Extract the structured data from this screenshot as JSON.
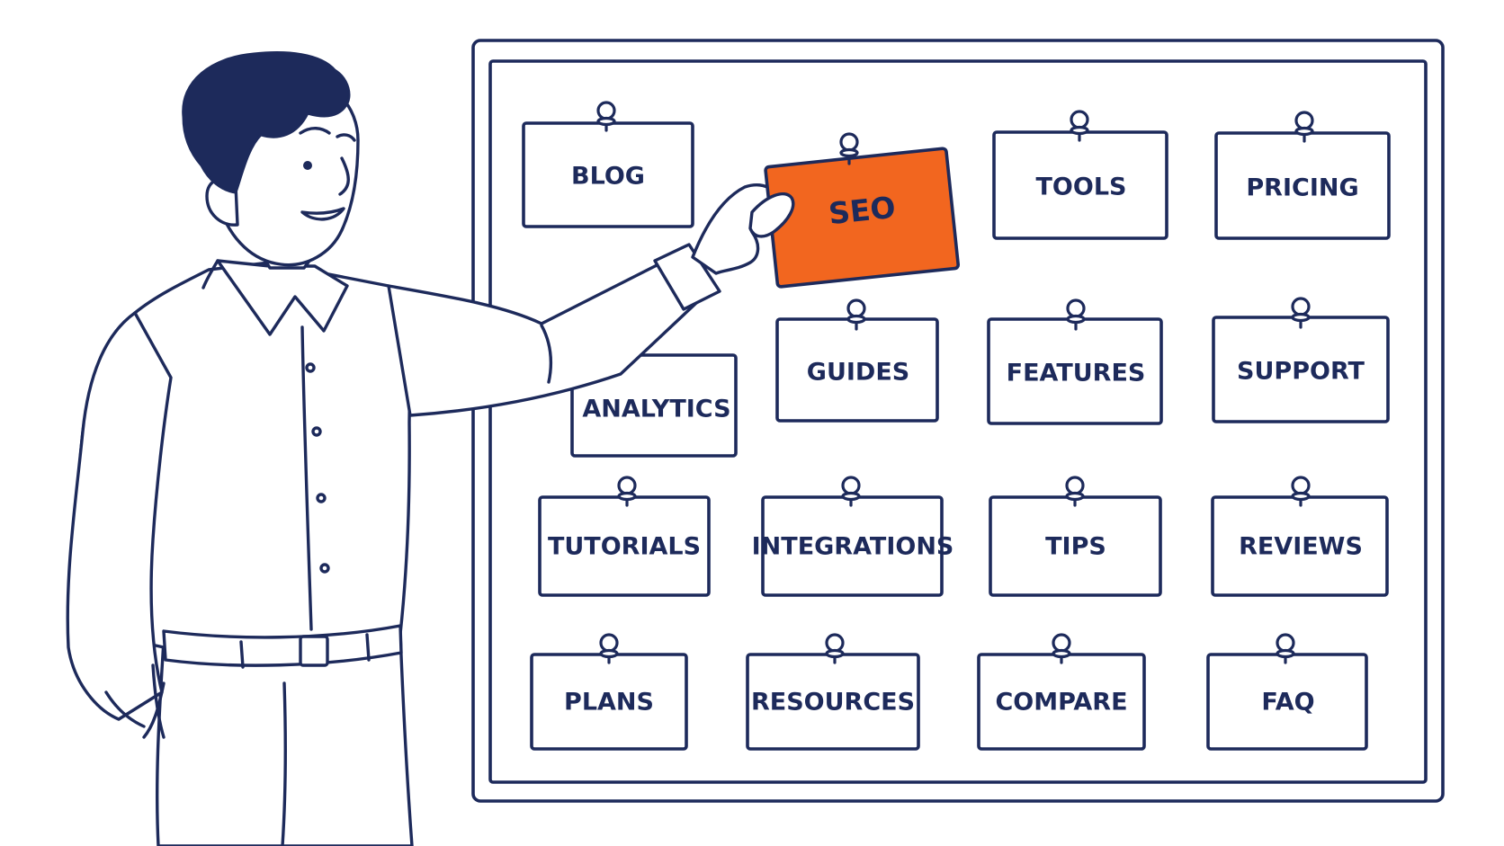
{
  "board": {
    "notes": [
      {
        "id": "blog",
        "label": "BLOG",
        "highlighted": false
      },
      {
        "id": "seo",
        "label": "SEO",
        "highlighted": true
      },
      {
        "id": "tools",
        "label": "TOOLS",
        "highlighted": false
      },
      {
        "id": "pricing",
        "label": "PRICING",
        "highlighted": false
      },
      {
        "id": "analytics",
        "label": "ANALYTICS",
        "highlighted": false
      },
      {
        "id": "guides",
        "label": "GUIDES",
        "highlighted": false
      },
      {
        "id": "features",
        "label": "FEATURES",
        "highlighted": false
      },
      {
        "id": "support",
        "label": "SUPPORT",
        "highlighted": false
      },
      {
        "id": "tutorials",
        "label": "TUTORIALS",
        "highlighted": false
      },
      {
        "id": "integrations",
        "label": "INTEGRATIONS",
        "highlighted": false
      },
      {
        "id": "tips",
        "label": "TIPS",
        "highlighted": false
      },
      {
        "id": "reviews",
        "label": "REVIEWS",
        "highlighted": false
      },
      {
        "id": "plans",
        "label": "PLANS",
        "highlighted": false
      },
      {
        "id": "resources",
        "label": "RESOURCES",
        "highlighted": false
      },
      {
        "id": "compare",
        "label": "COMPARE",
        "highlighted": false
      },
      {
        "id": "faq",
        "label": "FAQ",
        "highlighted": false
      }
    ]
  },
  "colors": {
    "ink": "#1d2a5b",
    "accent": "#f2661f",
    "background": "#ffffff"
  },
  "icons": {
    "pin": "push-pin-icon",
    "person": "man-illustration"
  }
}
